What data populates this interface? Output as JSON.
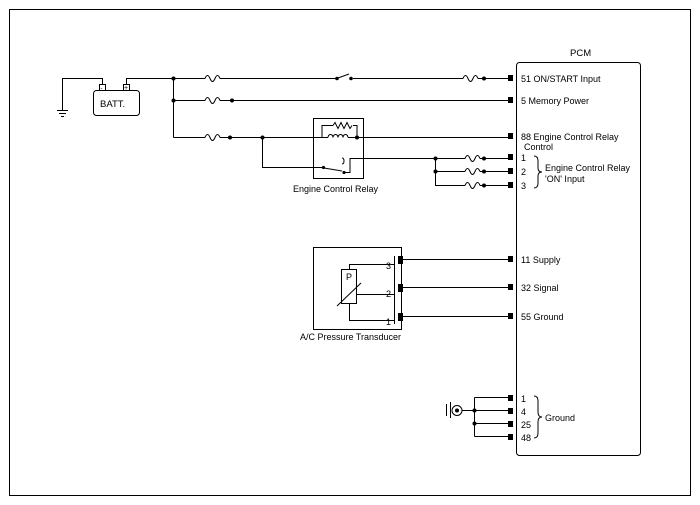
{
  "pcm": {
    "title": "PCM",
    "pins": {
      "on_start": "51 ON/START Input",
      "memory_power": "5 Memory Power",
      "relay_control_1": "88 Engine Control Relay",
      "relay_control_2": "Control",
      "on_input_1": "1",
      "on_input_2": "2",
      "on_input_3": "3",
      "supply": "11 Supply",
      "signal": "32 Signal",
      "ground_55": "55 Ground",
      "gnd_1": "1",
      "gnd_4": "4",
      "gnd_25": "25",
      "gnd_48": "48"
    },
    "group_labels": {
      "relay_on_input_1": "Engine Control Relay",
      "relay_on_input_2": "'ON' Input",
      "ground": "Ground"
    }
  },
  "battery": {
    "label": "BATT.",
    "neg": "-",
    "pos": "+"
  },
  "relay": {
    "label": "Engine Control Relay"
  },
  "transducer": {
    "label": "A/C Pressure Transducer",
    "sensor_letter": "P",
    "pins": {
      "p3": "3",
      "p2": "2",
      "p1": "1"
    }
  },
  "icons": [
    "ground-icon",
    "body-ground-icon",
    "fuse-icon",
    "switch-icon",
    "relay-coil-icon",
    "resistor-icon"
  ]
}
